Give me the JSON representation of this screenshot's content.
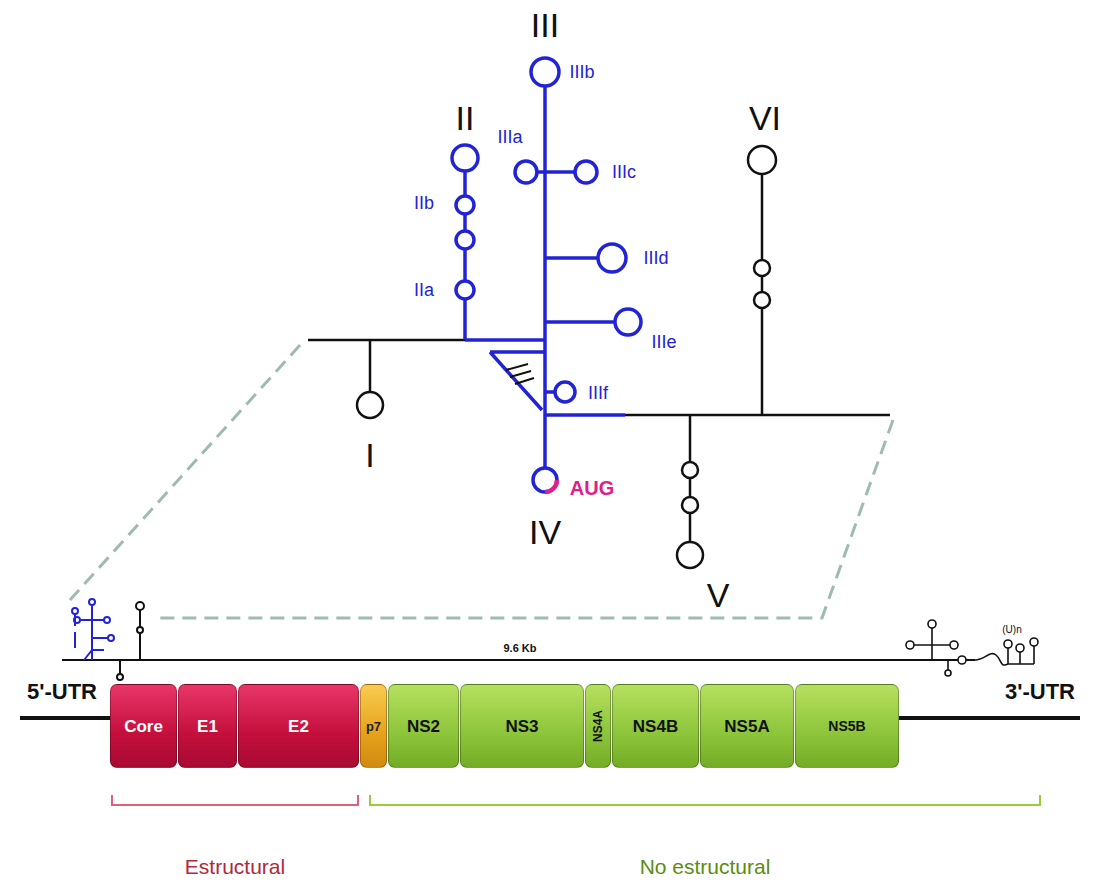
{
  "diagram": {
    "nodes": [
      {
        "text": [
          "Core"
        ]
      },
      {
        "text": [
          "E1"
        ]
      },
      {
        "text": [
          "E2"
        ]
      },
      {
        "text": [
          "p7"
        ]
      },
      {
        "text": [
          "NS2"
        ]
      },
      {
        "text": [
          "NS3"
        ]
      },
      {
        "text": [
          "NS4A"
        ]
      },
      {
        "text": [
          "NS4B"
        ]
      },
      {
        "text": [
          "NS5A"
        ]
      },
      {
        "text": [
          "NS5B"
        ]
      }
    ],
    "labels": [
      "III",
      "IIIb",
      "II",
      "IIIa",
      "IIIc",
      "VI",
      "IIb",
      "IIId",
      "IIa",
      "IIIe",
      "IIIf",
      "I",
      "AUG",
      "IV",
      "V",
      "9.6 Kb",
      "(U)n",
      "5'-UTR",
      "3'-UTR",
      "Estructural",
      "No estructural"
    ]
  }
}
